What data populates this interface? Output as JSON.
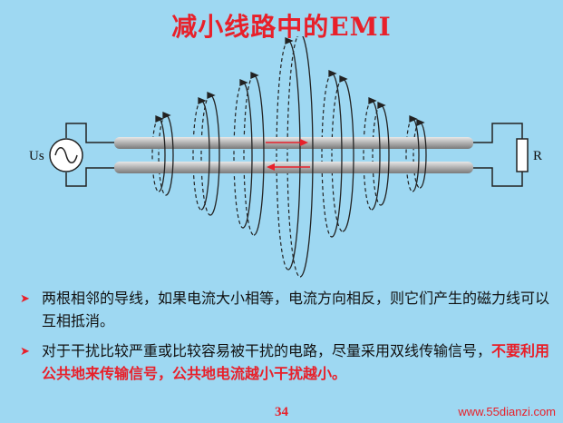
{
  "title": "减小线路中的EMI",
  "diagram": {
    "source_label": "Us",
    "load_label": "R"
  },
  "bullets": [
    {
      "text": "两根相邻的导线，如果电流大小相等，电流方向相反，则它们产生的磁力线可以互相抵消。",
      "emphasis": ""
    },
    {
      "text": "对于干扰比较严重或比较容易被干扰的电路，尽量采用双线传输信号，",
      "emphasis": "不要利用公共地来传输信号，公共地电流越小干扰越小。"
    }
  ],
  "page_number": "34",
  "watermark": "www.55dianzi.com",
  "colors": {
    "background": "#9ED8F2",
    "accent": "#E8202A",
    "wire": "#B8B8B8"
  }
}
